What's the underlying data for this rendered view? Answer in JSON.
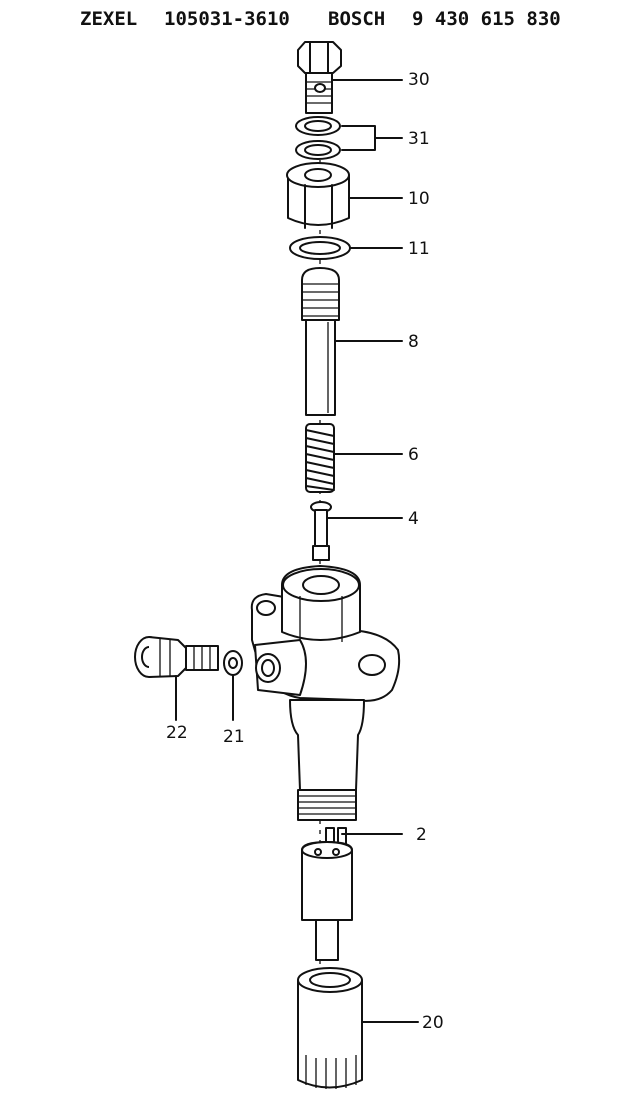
{
  "header": {
    "maker": "ZEXEL",
    "maker_part_no": "105031-3610",
    "brand": "BOSCH",
    "brand_part_no": "9 430 615 830"
  },
  "callouts": {
    "c30": "30",
    "c31": "31",
    "c10": "10",
    "c11": "11",
    "c8": "8",
    "c6": "6",
    "c4": "4",
    "c22": "22",
    "c21": "21",
    "c2": "2",
    "c20": "20"
  }
}
